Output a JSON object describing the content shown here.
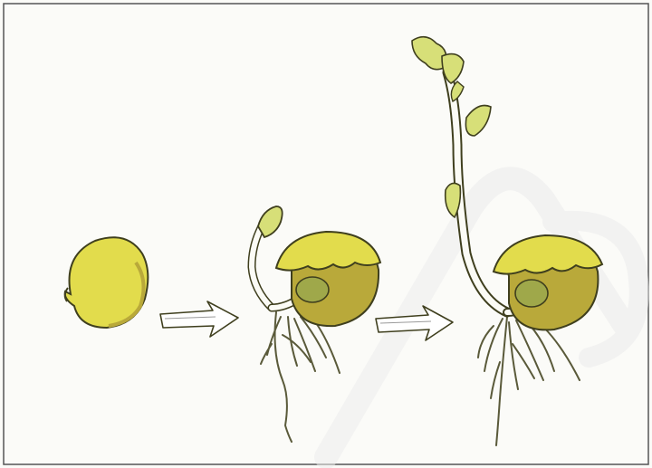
{
  "figure": {
    "stages": [
      {
        "id": "seed",
        "description_icon": "pea-seed-icon"
      },
      {
        "id": "germinating-seed",
        "description_icon": "germinating-seed-icon"
      },
      {
        "id": "seedling",
        "description_icon": "seedling-icon"
      }
    ],
    "arrows": [
      {
        "from": "seed",
        "to": "germinating-seed"
      },
      {
        "from": "germinating-seed",
        "to": "seedling"
      }
    ],
    "colors": {
      "seed_fill": "#e2dc4c",
      "seed_shadow": "#b9a93a",
      "seed_dark": "#8f8a2e",
      "cotyledon_green": "#9fa84a",
      "stem_fill": "#fbfbf5",
      "leaf_fill": "#d7df78",
      "outline": "#3f3f1e",
      "root": "#5a5a3a",
      "arrow_fill": "#ffffff",
      "watermark": "#e8e8e8",
      "frame": "#555555"
    }
  }
}
